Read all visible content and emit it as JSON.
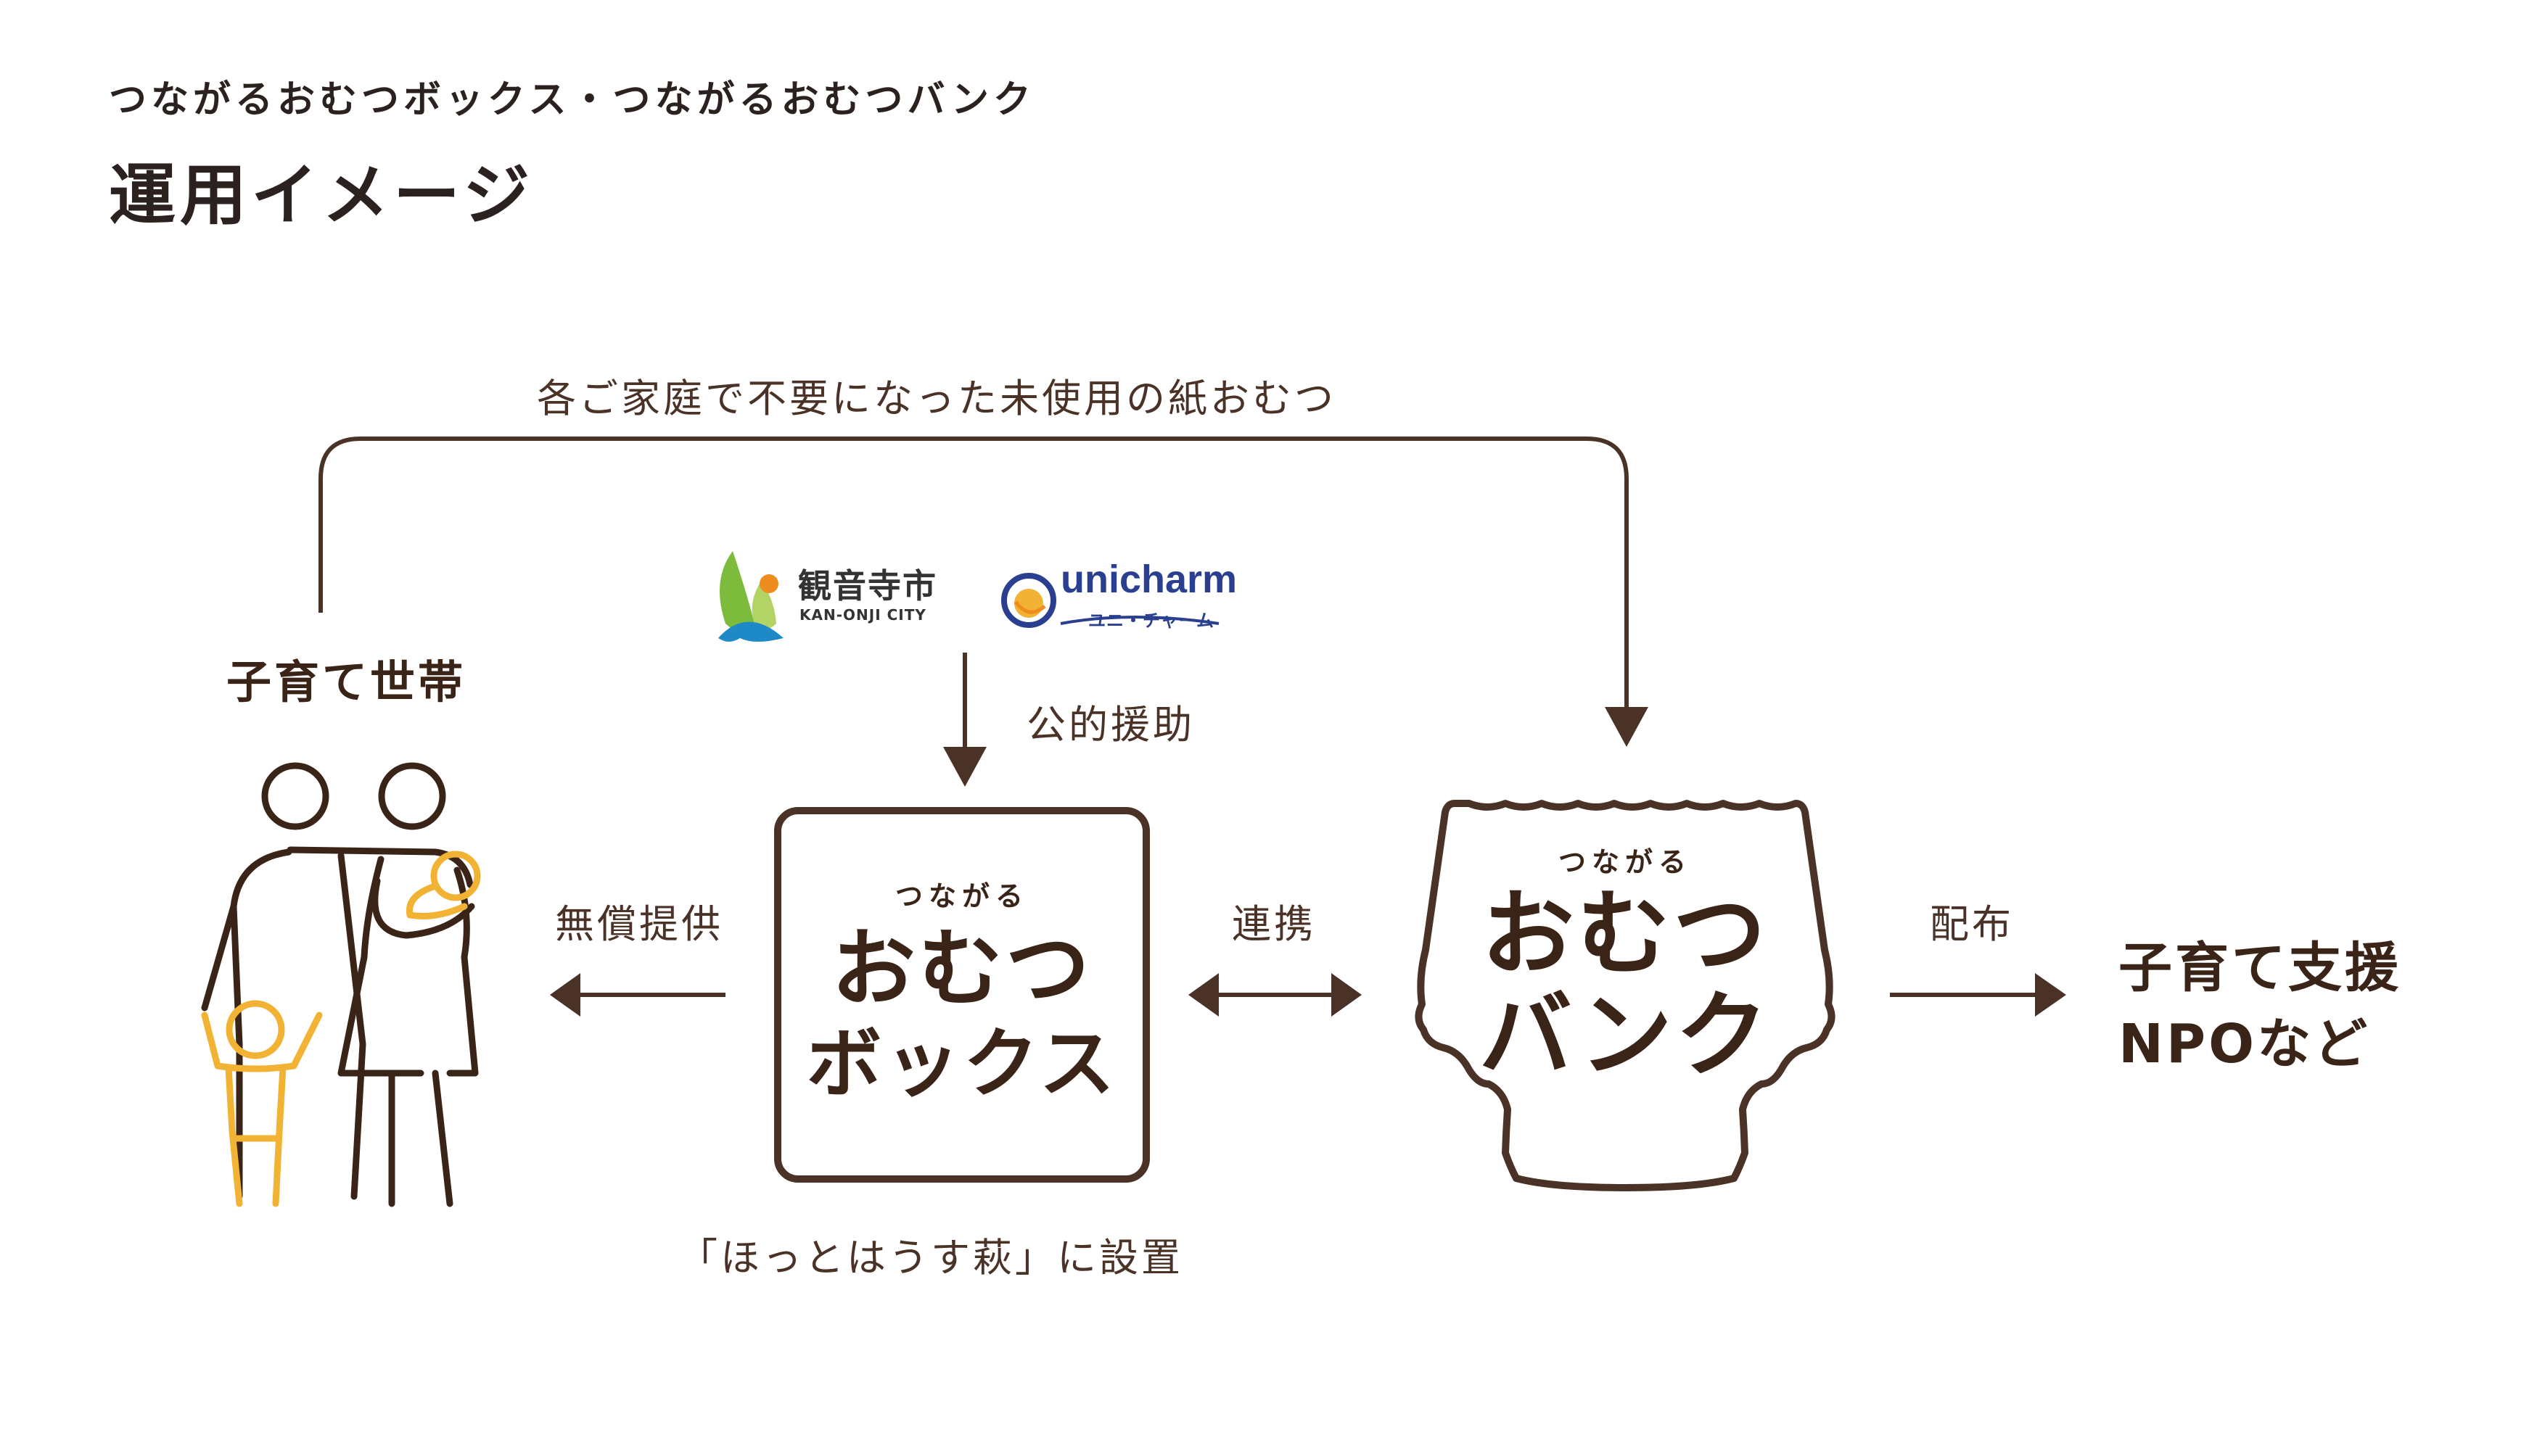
{
  "header": {
    "subtitle": "つながるおむつボックス・つながるおむつバンク",
    "title": "運用イメージ"
  },
  "diagram": {
    "top_flow_label": "各ご家庭で不要になった未使用の紙おむつ",
    "household_label": "子育て世帯",
    "support_label": "公的援助",
    "free_provision_label": "無償提供",
    "cooperation_label": "連携",
    "distribution_label": "配布",
    "placement_label": "「ほっとはうす萩」に設置",
    "npo_label_line1": "子育て支援",
    "npo_label_line2": "NPOなど",
    "box": {
      "small_label": "つながる",
      "line1": "おむつ",
      "line2": "ボックス"
    },
    "bank": {
      "small_label": "つながる",
      "line1": "おむつ",
      "line2": "バンク"
    }
  },
  "logos": {
    "kanonji": {
      "name": "観音寺市",
      "romaji": "KAN-ONJI CITY"
    },
    "unicharm": {
      "name": "unicharm",
      "katakana": "ユニ・チャーム"
    }
  },
  "colors": {
    "brown": "#4a3227",
    "yellow": "#f2b233",
    "green": "#7dbb3c",
    "blue": "#2a3f8f"
  }
}
